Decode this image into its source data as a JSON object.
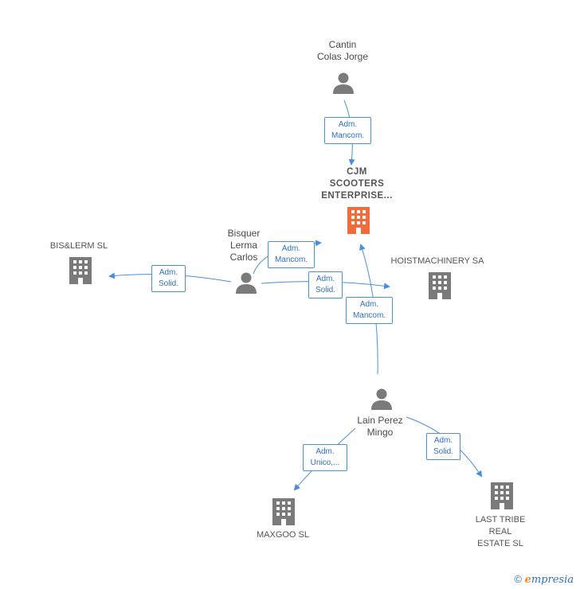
{
  "colors": {
    "edge": "#4a8fd8",
    "icon_gray": "#7a7a7a",
    "main_company": "#f26b3a"
  },
  "persons": [
    {
      "id": "cantin",
      "label": "Cantin\nColas Jorge"
    },
    {
      "id": "bisquer",
      "label": "Bisquer\nLerma\nCarlos"
    },
    {
      "id": "lain",
      "label": "Lain Perez\nMingo"
    }
  ],
  "companies": [
    {
      "id": "cjm",
      "label": "CJM\nSCOOTERS\nENTERPRISE...",
      "main": true
    },
    {
      "id": "bislerm",
      "label": "BIS&LERM SL"
    },
    {
      "id": "hoist",
      "label": "HOISTMACHINERY SA"
    },
    {
      "id": "maxgoo",
      "label": "MAXGOO  SL"
    },
    {
      "id": "lasttribe",
      "label": "LAST TRIBE\nREAL\nESTATE  SL"
    }
  ],
  "edges": [
    {
      "id": "cantin-cjm",
      "label": "Adm.\nMancom."
    },
    {
      "id": "bisquer-cjm",
      "label": "Adm.\nMancom."
    },
    {
      "id": "bisquer-bislerm",
      "label": "Adm.\nSolid."
    },
    {
      "id": "bisquer-hoist",
      "label": "Adm.\nSolid."
    },
    {
      "id": "lain-cjm",
      "label": "Adm.\nMancom."
    },
    {
      "id": "lain-maxgoo",
      "label": "Adm.\nUnico,..."
    },
    {
      "id": "lain-lasttribe",
      "label": "Adm.\nSolid."
    }
  ],
  "footer": {
    "copyright": "©",
    "brand_initial": "e",
    "brand_rest": "mpresia"
  }
}
